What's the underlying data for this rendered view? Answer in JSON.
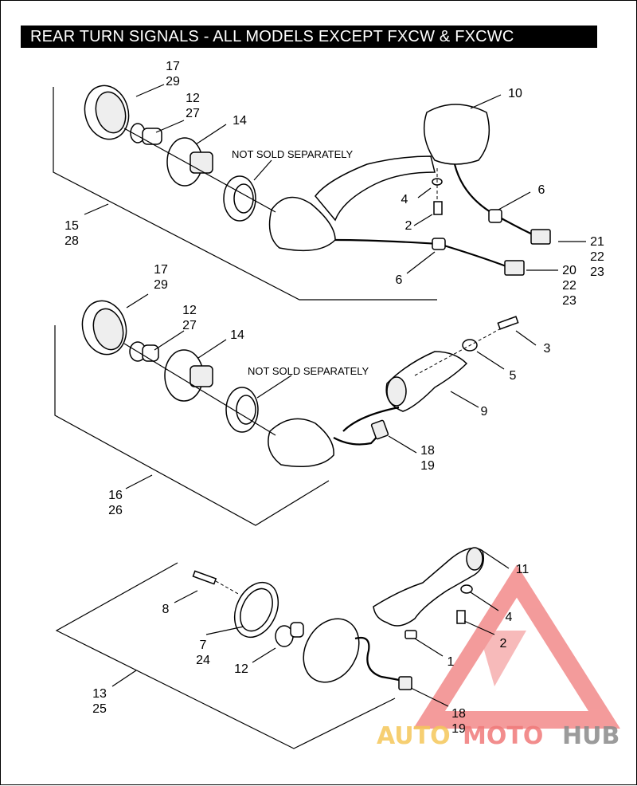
{
  "title": "REAR TURN SIGNALS - ALL MODELS EXCEPT FXCW & FXCWC",
  "notes": {
    "not_sold_1": "NOT SOLD SEPARATELY",
    "not_sold_2": "NOT SOLD SEPARATELY"
  },
  "callouts": {
    "s1_17": "17",
    "s1_29": "29",
    "s1_12": "12",
    "s1_27": "27",
    "s1_14": "14",
    "s1_10": "10",
    "s1_4": "4",
    "s1_2": "2",
    "s1_6a": "6",
    "s1_21": "21",
    "s1_22a": "22",
    "s1_23a": "23",
    "s1_6b": "6",
    "s1_20": "20",
    "s1_22b": "22",
    "s1_23b": "23",
    "s1_15": "15",
    "s1_28": "28",
    "s2_17": "17",
    "s2_29": "29",
    "s2_12": "12",
    "s2_27": "27",
    "s2_14": "14",
    "s2_3": "3",
    "s2_5": "5",
    "s2_9": "9",
    "s2_18": "18",
    "s2_19": "19",
    "s2_16": "16",
    "s2_26": "26",
    "s3_11": "11",
    "s3_8": "8",
    "s3_4": "4",
    "s3_2": "2",
    "s3_7": "7",
    "s3_24": "24",
    "s3_1": "1",
    "s3_12": "12",
    "s3_18": "18",
    "s3_19": "19",
    "s3_13": "13",
    "s3_25": "25"
  },
  "watermark": {
    "part1": "AUTO",
    "part2": "MOTO",
    "part3": "HUB",
    "color_yellow": "#f5c75a",
    "color_red": "#f07a7a",
    "color_gray": "#8a8a8a"
  }
}
